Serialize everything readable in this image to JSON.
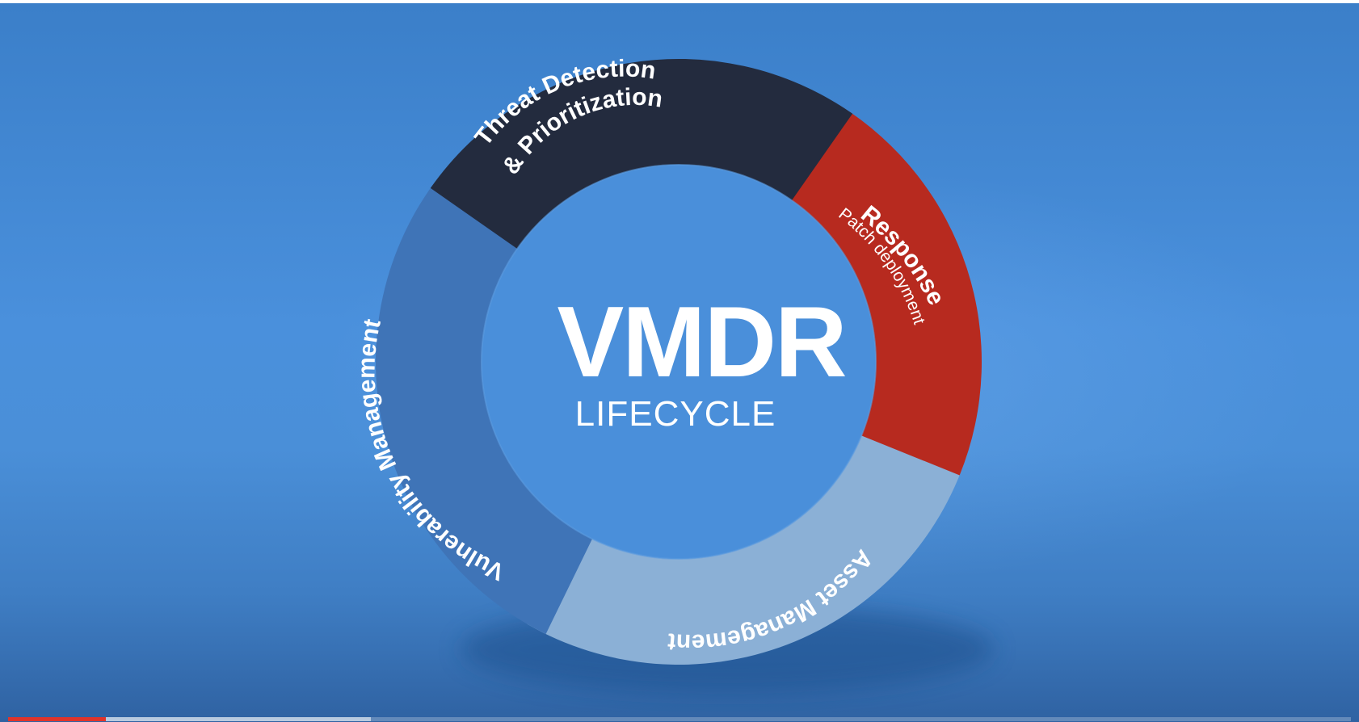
{
  "diagram": {
    "title": "VMDR",
    "subtitle": "LIFECYCLE",
    "segments": [
      {
        "id": "threat",
        "title": "Threat Detection",
        "title_line2": "& Prioritization",
        "color": "#232b3e"
      },
      {
        "id": "response",
        "title": "Response",
        "detail": "Patch deployment",
        "color": "#b72a1f"
      },
      {
        "id": "asset",
        "title": "Asset Management",
        "color": "#8bb0d6"
      },
      {
        "id": "vuln",
        "title": "Vulnerability Management",
        "color": "#3f74b7"
      }
    ]
  },
  "video": {
    "progress_played_fraction": 0.073,
    "progress_buffered_fraction": 0.27,
    "progress_color": "#e0342b"
  }
}
